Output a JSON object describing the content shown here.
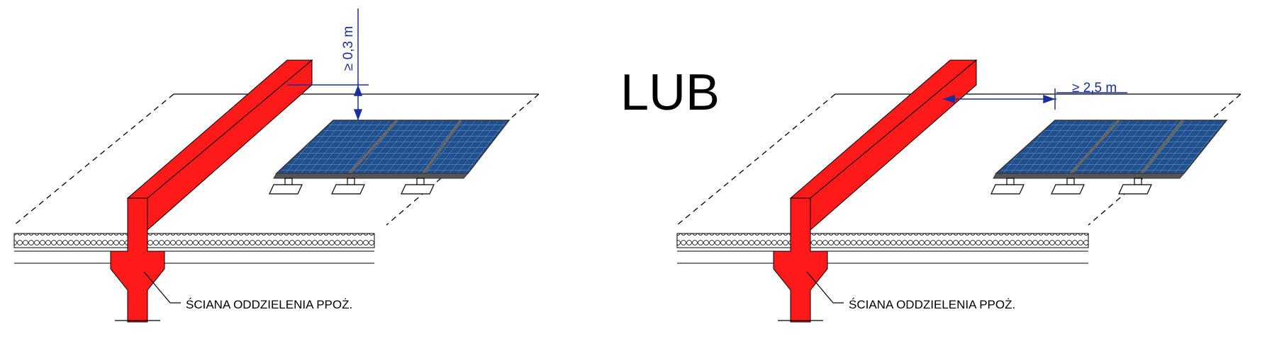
{
  "center_label": "LUB",
  "left_diagram": {
    "dimension_label": "≥ 0,3 m",
    "wall_label": "ŚCIANA ODDZIELENIA PPOŻ."
  },
  "right_diagram": {
    "dimension_label": "≥ 2,5 m",
    "wall_label": "ŚCIANA ODDZIELENIA PPOŻ."
  },
  "colors": {
    "firewall": "#ff1a1a",
    "pv_panel": "#1f4f8c",
    "dimension": "#1a2f9c",
    "line": "#000000"
  }
}
